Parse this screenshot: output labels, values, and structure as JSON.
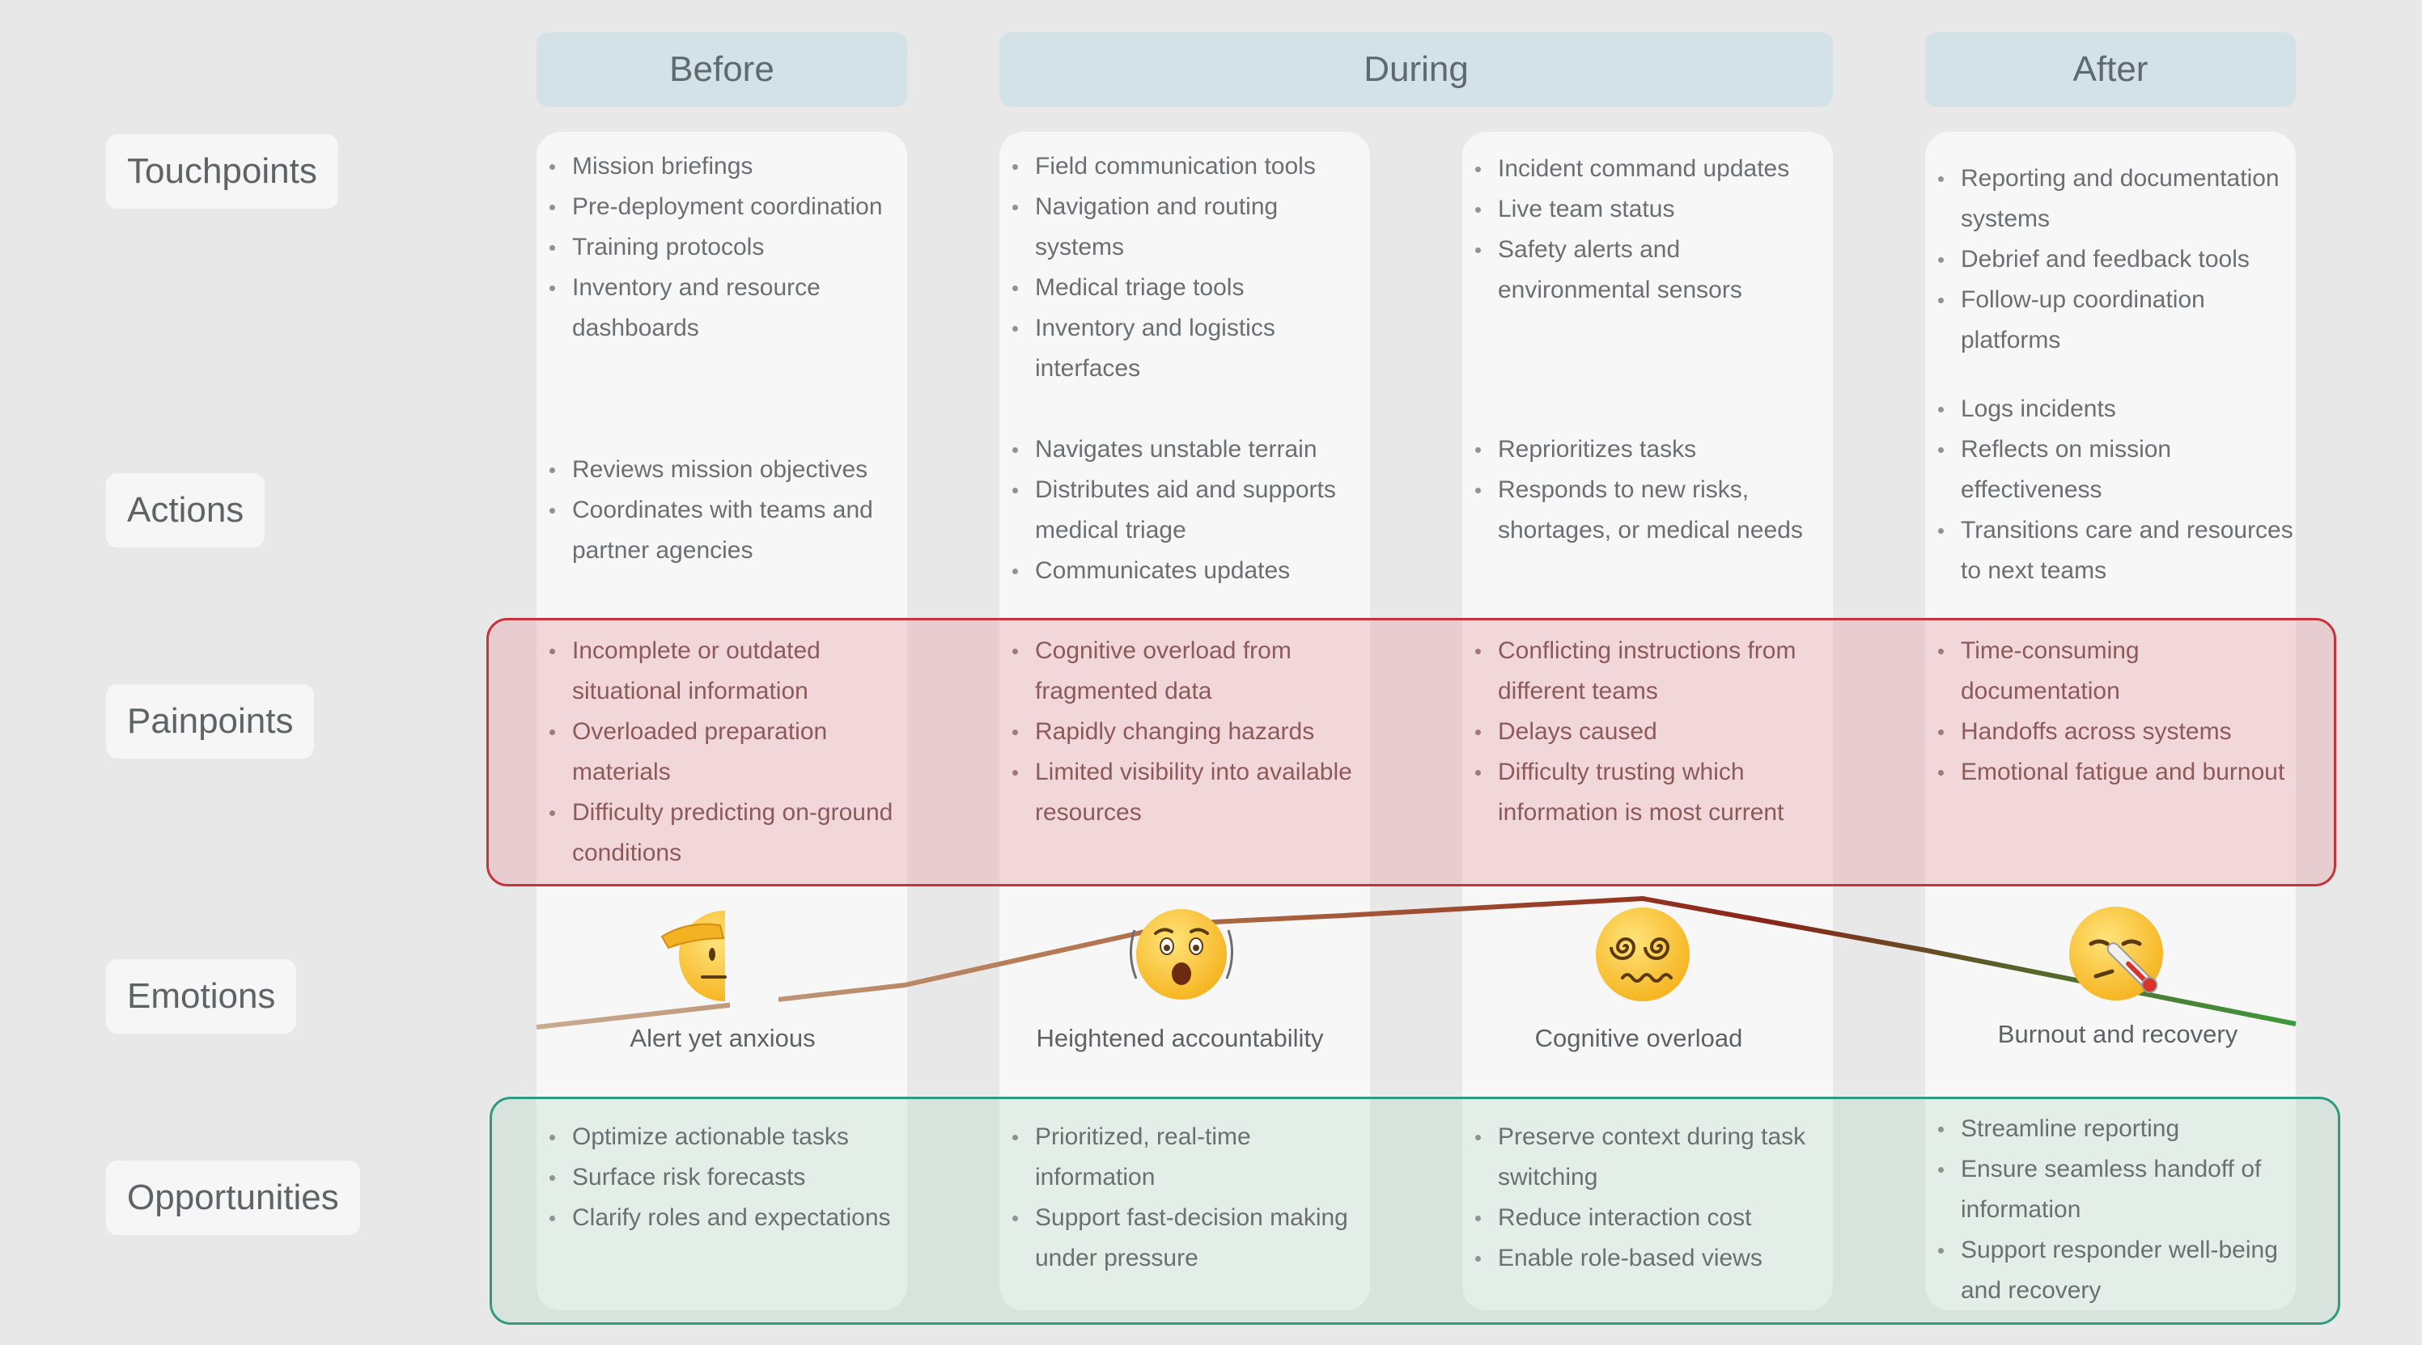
{
  "phases": {
    "before": "Before",
    "during": "During",
    "after": "After"
  },
  "rows": {
    "touchpoints": "Touchpoints",
    "actions": "Actions",
    "painpoints": "Painpoints",
    "emotions": "Emotions",
    "opportunities": "Opportunities"
  },
  "columns": [
    {
      "touchpoints": [
        "Mission briefings",
        "Pre-deployment coordination",
        "Training protocols",
        "Inventory and resource dashboards"
      ],
      "actions": [
        "Reviews mission objectives",
        "Coordinates with teams and partner agencies"
      ],
      "painpoints": [
        "Incomplete or outdated situational information",
        "Overloaded preparation materials",
        "Difficulty predicting on-ground conditions"
      ],
      "emotion": "Alert yet anxious",
      "opportunities": [
        "Optimize actionable tasks",
        "Surface risk forecasts",
        "Clarify roles and expectations"
      ]
    },
    {
      "touchpoints": [
        "Field communication tools",
        "Navigation and routing systems",
        "Medical triage tools",
        "Inventory and logistics interfaces"
      ],
      "actions": [
        "Navigates unstable terrain",
        "Distributes aid and supports medical triage",
        "Communicates updates"
      ],
      "painpoints": [
        "Cognitive overload from fragmented data",
        "Rapidly changing hazards",
        "Limited visibility into available resources"
      ],
      "emotion": "Heightened accountability",
      "opportunities": [
        "Prioritized, real-time information",
        "Support fast-decision making under pressure"
      ]
    },
    {
      "touchpoints": [
        "Incident command updates",
        "Live team status",
        "Safety alerts and environmental sensors"
      ],
      "actions": [
        "Reprioritizes tasks",
        "Responds to new risks, shortages, or medical needs"
      ],
      "painpoints": [
        "Conflicting instructions from different teams",
        "Delays caused",
        "Difficulty trusting which information is most current"
      ],
      "emotion": "Cognitive overload",
      "opportunities": [
        "Preserve context during task switching",
        "Reduce interaction cost",
        "Enable role-based views"
      ]
    },
    {
      "touchpoints": [
        "Reporting and documentation systems",
        "Debrief and feedback tools",
        "Follow-up coordination platforms"
      ],
      "actions": [
        "Logs incidents",
        "Reflects on mission effectiveness",
        "Transitions care and resources to next teams"
      ],
      "painpoints": [
        "Time-consuming documentation",
        "Handoffs across systems",
        "Emotional fatigue and burnout"
      ],
      "emotion": "Burnout and recovery",
      "opportunities": [
        "Streamline reporting",
        "Ensure seamless handoff of information",
        "Support responder well-being and recovery"
      ]
    }
  ],
  "colors": {
    "painpoint_border": "#c8323a",
    "opportunity_border": "#2f9a7e",
    "emotion_line_start": "#c8a78a",
    "emotion_line_peak": "#8b2a1c",
    "emotion_line_end": "#3d9a3c"
  },
  "icons": [
    "saluting-face-icon",
    "astonished-face-icon",
    "dizzy-face-icon",
    "face-with-thermometer-icon"
  ]
}
